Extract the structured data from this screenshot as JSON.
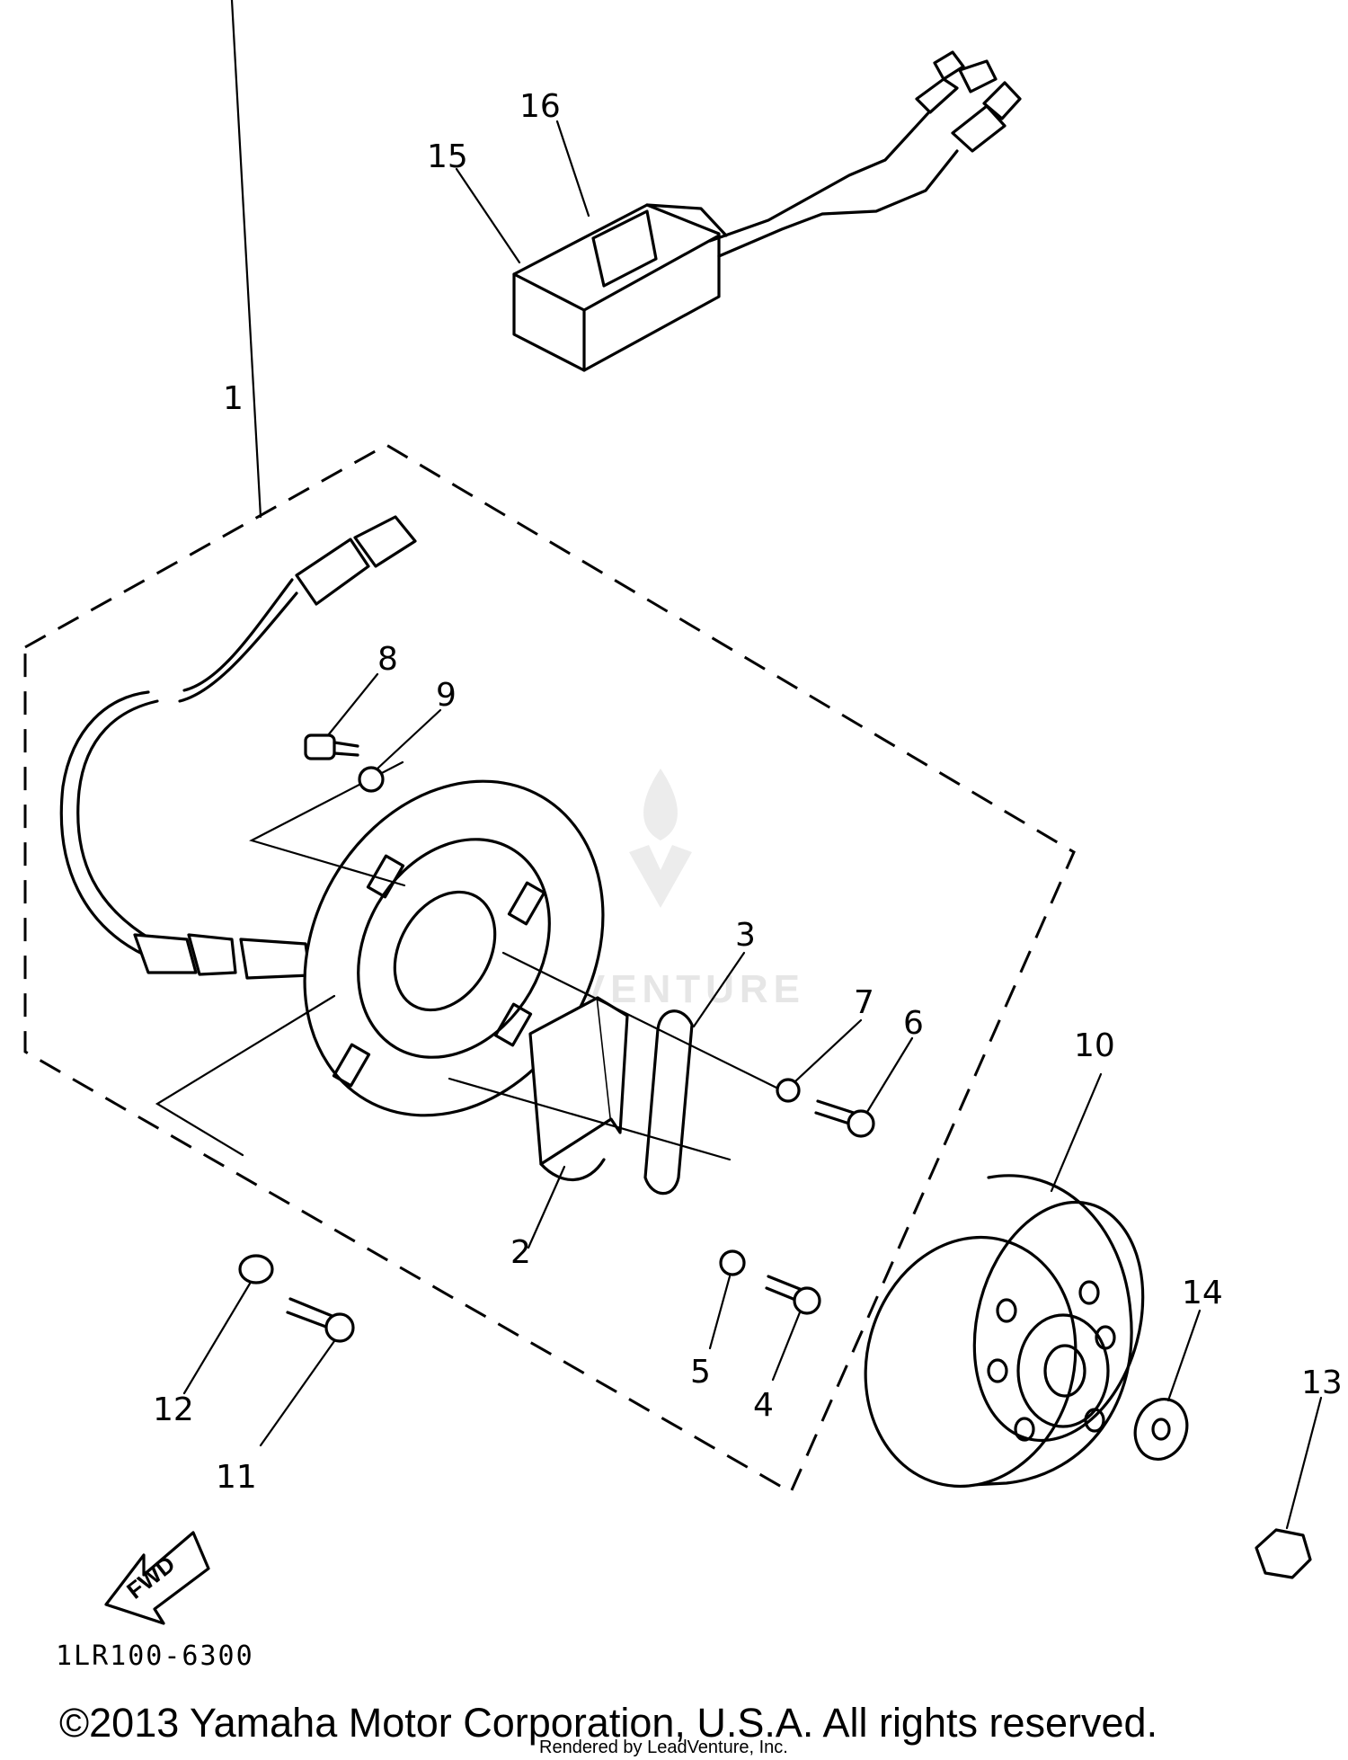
{
  "diagram": {
    "callouts": [
      "1",
      "2",
      "3",
      "4",
      "5",
      "6",
      "7",
      "8",
      "9",
      "10",
      "11",
      "12",
      "13",
      "14",
      "15",
      "16"
    ],
    "direction_label": "FWD",
    "diagram_code": "1LR100-6300",
    "copyright": "©2013 Yamaha Motor Corporation, U.S.A. All rights reserved.",
    "rendered_by": "Rendered by LeadVenture, Inc.",
    "watermark": "LEADVENTURE"
  }
}
